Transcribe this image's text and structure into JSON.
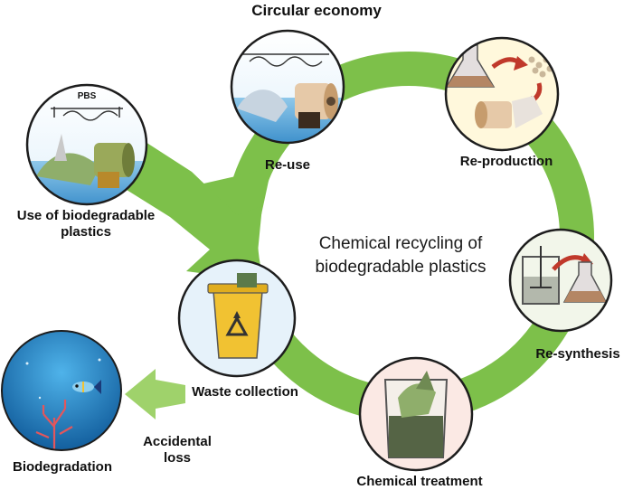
{
  "title": "Circular economy",
  "center_text": {
    "line1": "Chemical recycling of",
    "line2": "biodegradable plastics"
  },
  "stages": {
    "use": {
      "line1": "Use of biodegradable",
      "line2": "plastics",
      "badge": "PBS"
    },
    "reuse": {
      "label": "Re-use"
    },
    "reproduction": {
      "label": "Re-production"
    },
    "resynthesis": {
      "label": "Re-synthesis"
    },
    "chemical_treatment": {
      "label": "Chemical treatment"
    },
    "waste_collection": {
      "label": "Waste collection"
    },
    "biodegradation": {
      "label": "Biodegradation"
    }
  },
  "accidental_loss": {
    "line1": "Accidental",
    "line2": "loss"
  },
  "colors": {
    "arrow_green": "#7dc04a",
    "arrow_green_light": "#9fd26b",
    "circle_border": "#1d1d1d",
    "bin_yellow": "#f1c232",
    "sea_blue": "#1f7fc4",
    "stage_fill_light": "#fff8dc"
  }
}
